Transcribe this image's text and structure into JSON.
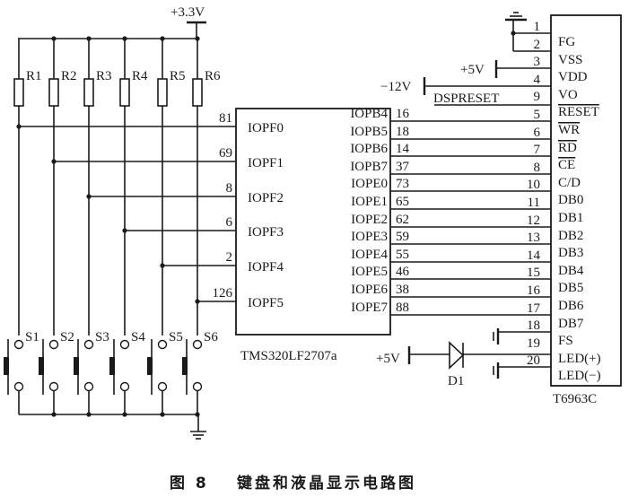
{
  "caption": {
    "figure": "图 8",
    "title": "键盘和液晶显示电路图"
  },
  "power": {
    "vcc_33": "+3.3V",
    "vdd_5v": "+5V",
    "vo_neg12": "−12V",
    "led_5v": "+5V"
  },
  "resistors": [
    "R1",
    "R2",
    "R3",
    "R4",
    "R5",
    "R6"
  ],
  "switches": [
    "S1",
    "S2",
    "S3",
    "S4",
    "S5",
    "S6"
  ],
  "dsp": {
    "name": "TMS320LF2707a",
    "left_pins": [
      {
        "pin": "81",
        "label": "IOPF0"
      },
      {
        "pin": "69",
        "label": "IOPF1"
      },
      {
        "pin": "8",
        "label": "IOPF2"
      },
      {
        "pin": "6",
        "label": "IOPF3"
      },
      {
        "pin": "2",
        "label": "IOPF4"
      },
      {
        "pin": "126",
        "label": "IOPF5"
      }
    ],
    "right_pins": [
      {
        "pin": "16",
        "label": "IOPB4"
      },
      {
        "pin": "18",
        "label": "IOPB5"
      },
      {
        "pin": "14",
        "label": "IOPB6"
      },
      {
        "pin": "37",
        "label": "IOPB7"
      },
      {
        "pin": "73",
        "label": "IOPE0"
      },
      {
        "pin": "65",
        "label": "IOPE1"
      },
      {
        "pin": "62",
        "label": "IOPE2"
      },
      {
        "pin": "59",
        "label": "IOPE3"
      },
      {
        "pin": "55",
        "label": "IOPE4"
      },
      {
        "pin": "46",
        "label": "IOPE5"
      },
      {
        "pin": "38",
        "label": "IOPE6"
      },
      {
        "pin": "88",
        "label": "IOPE7"
      }
    ]
  },
  "lcd": {
    "name": "T6963C",
    "pins": [
      {
        "pin": "1",
        "label": "FG",
        "overline": false
      },
      {
        "pin": "2",
        "label": "VSS",
        "overline": false
      },
      {
        "pin": "3",
        "label": "VDD",
        "overline": false
      },
      {
        "pin": "4",
        "label": "VO",
        "overline": false
      },
      {
        "pin": "9",
        "label": "RESET",
        "overline": true
      },
      {
        "pin": "5",
        "label": "WR",
        "overline": true
      },
      {
        "pin": "6",
        "label": "RD",
        "overline": true
      },
      {
        "pin": "7",
        "label": "CE",
        "overline": true
      },
      {
        "pin": "8",
        "label": "C/D",
        "overline": false
      },
      {
        "pin": "10",
        "label": "DB0",
        "overline": false
      },
      {
        "pin": "11",
        "label": "DB1",
        "overline": false
      },
      {
        "pin": "12",
        "label": "DB2",
        "overline": false
      },
      {
        "pin": "13",
        "label": "DB3",
        "overline": false
      },
      {
        "pin": "14",
        "label": "DB4",
        "overline": false
      },
      {
        "pin": "15",
        "label": "DB5",
        "overline": false
      },
      {
        "pin": "16",
        "label": "DB6",
        "overline": false
      },
      {
        "pin": "17",
        "label": "DB7",
        "overline": false
      },
      {
        "pin": "18",
        "label": "FS",
        "overline": false
      },
      {
        "pin": "19",
        "label": "LED(+)",
        "overline": false
      },
      {
        "pin": "20",
        "label": "LED(−)",
        "overline": false
      }
    ]
  },
  "signals": {
    "dspreset": "DSPRESET"
  },
  "diode": "D1"
}
